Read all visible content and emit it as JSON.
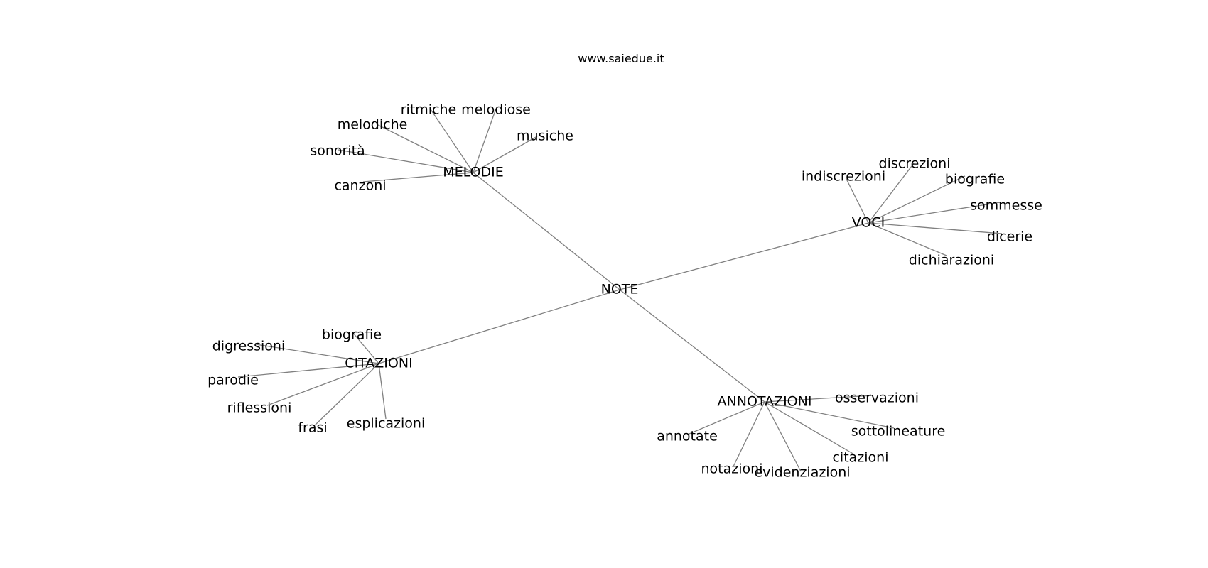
{
  "site_label": "www.saiedue.it",
  "edge_color": "#808080",
  "text_color": "#000000",
  "background": "#ffffff",
  "root": "NOTE",
  "groups": [
    {
      "id": "melodie",
      "label": "MELODIE",
      "leaves": [
        {
          "id": "ritmiche",
          "label": "ritmiche"
        },
        {
          "id": "melodiose",
          "label": "melodiose"
        },
        {
          "id": "melodiche",
          "label": "melodiche"
        },
        {
          "id": "musiche",
          "label": "musiche"
        },
        {
          "id": "sonorita",
          "label": "sonorità"
        },
        {
          "id": "canzoni",
          "label": "canzoni"
        }
      ]
    },
    {
      "id": "voci",
      "label": "VOCI",
      "leaves": [
        {
          "id": "discrezioni",
          "label": "discrezioni"
        },
        {
          "id": "indiscrezioni",
          "label": "indiscrezioni"
        },
        {
          "id": "biografie-voci",
          "label": "biografie"
        },
        {
          "id": "sommesse",
          "label": "sommesse"
        },
        {
          "id": "dicerie",
          "label": "dicerie"
        },
        {
          "id": "dichiarazioni",
          "label": "dichiarazioni"
        }
      ]
    },
    {
      "id": "citazioni-group",
      "label": "CITAZIONI",
      "leaves": [
        {
          "id": "biografie-citazioni",
          "label": "biografie"
        },
        {
          "id": "digressioni",
          "label": "digressioni"
        },
        {
          "id": "parodie",
          "label": "parodie"
        },
        {
          "id": "riflessioni",
          "label": "riflessioni"
        },
        {
          "id": "frasi",
          "label": "frasi"
        },
        {
          "id": "esplicazioni",
          "label": "esplicazioni"
        }
      ]
    },
    {
      "id": "annotazioni",
      "label": "ANNOTAZIONI",
      "leaves": [
        {
          "id": "osservazioni",
          "label": "osservazioni"
        },
        {
          "id": "annotate",
          "label": "annotate"
        },
        {
          "id": "sottolineature",
          "label": "sottolineature"
        },
        {
          "id": "citazioni-leaf",
          "label": "citazioni"
        },
        {
          "id": "notazioni",
          "label": "notazioni"
        },
        {
          "id": "evidenziazioni",
          "label": "evidenziazioni"
        }
      ]
    }
  ]
}
